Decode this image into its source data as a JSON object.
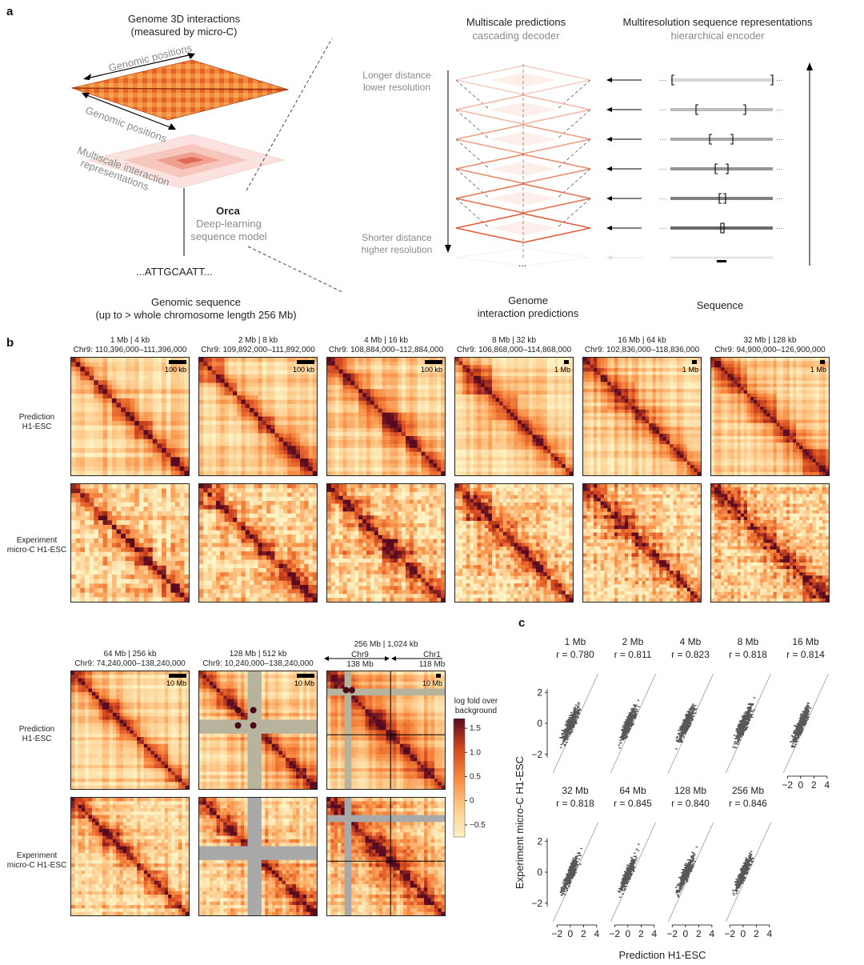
{
  "panel_letters": {
    "a": "a",
    "b": "b",
    "c": "c"
  },
  "panel_a": {
    "genome3d_title": "Genome 3D interactions",
    "genome3d_sub": "(measured by micro-C)",
    "genomic_positions_1": "Genomic positions",
    "genomic_positions_2": "Genomic positions",
    "multiscale_rep_1": "Multiscale interaction",
    "multiscale_rep_2": "representations",
    "orca": "Orca",
    "orca_sub_1": "Deep-learning",
    "orca_sub_2": "sequence model",
    "sequence": "...ATTGCAATT...",
    "genomic_seq_1": "Genomic sequence",
    "genomic_seq_2": "(up to > whole chromosome length 256 Mb)",
    "multiscale_pred": "Multiscale predictions",
    "cascading": "cascading decoder",
    "multires_seq": "Multiresolution sequence representations",
    "hier_encoder": "hierarchical encoder",
    "longer_1": "Longer distance",
    "longer_2": "lower resolution",
    "shorter_1": "Shorter distance",
    "shorter_2": "higher resolution",
    "ellipsis": "...",
    "genome_int_1": "Genome",
    "genome_int_2": "interaction predictions",
    "sequence_lbl": "Sequence"
  },
  "panel_b": {
    "row_pred_1": "Prediction",
    "row_pred_2": "H1-ESC",
    "row_exp_1": "Experiment",
    "row_exp_2": "micro-C H1-ESC",
    "top_maps": [
      {
        "scale": "1 Mb | 4 kb",
        "coord": "Chr9: 110,396,000–111,396,000",
        "bar": "100 kb"
      },
      {
        "scale": "2 Mb | 8 kb",
        "coord": "Chr9: 109,892,000–111,892,000",
        "bar": "100 kb"
      },
      {
        "scale": "4 Mb | 16 kb",
        "coord": "Chr9: 108,884,000–112,884,000",
        "bar": "100 kb"
      },
      {
        "scale": "8 Mb | 32 kb",
        "coord": "Chr9: 106,868,000–114,868,000",
        "bar": "1 Mb"
      },
      {
        "scale": "16 Mb | 64 kb",
        "coord": "Chr9: 102,836,000–118,836,000",
        "bar": "1 Mb"
      },
      {
        "scale": "32 Mb | 128 kb",
        "coord": "Chr9: 94,900,000–126,900,000",
        "bar": "1 Mb"
      }
    ],
    "bottom_maps": [
      {
        "scale": "64 Mb | 256 kb",
        "coord": "Chr9: 74,240,000–138,240,000",
        "bar": "10 Mb"
      },
      {
        "scale": "128 Mb | 512 kb",
        "coord": "Chr9: 10,240,000–138,240,000",
        "bar": "10 Mb"
      },
      {
        "scale": "256 Mb | 1,024 kb",
        "coord": "",
        "bar": "10 Mb"
      }
    ],
    "chr9": "Chr9",
    "chr9_len": "138 Mb",
    "chr1": "Chr1",
    "chr1_len": "118 Mb",
    "colorbar_title_1": "log fold over",
    "colorbar_title_2": "background",
    "colorbar_ticks": [
      "1.5",
      "1.0",
      "0.5",
      "0",
      "−0.5"
    ],
    "colorbar_tick_values": [
      1.5,
      1.0,
      0.5,
      0,
      -0.5
    ],
    "colorbar_range": [
      -0.75,
      1.7
    ],
    "colors": {
      "low": "#fdf3c4",
      "mid1": "#fdc98a",
      "mid2": "#f8893f",
      "mid3": "#d3461f",
      "high": "#5a0b20"
    }
  },
  "chart_data": {
    "type": "scatter",
    "xlabel": "Prediction H1-ESC",
    "ylabel": "Experiment micro-C H1-ESC",
    "xlim": [
      -3,
      4.5
    ],
    "ylim": [
      -3.2,
      3.2
    ],
    "xticks": [
      "−2",
      "0",
      "2",
      "4"
    ],
    "xtick_values": [
      -2,
      0,
      2,
      4
    ],
    "yticks": [
      "2",
      "0",
      "−2"
    ],
    "ytick_values": [
      2,
      0,
      -2
    ],
    "panels": [
      {
        "title": "1 Mb",
        "r": "r = 0.780",
        "r_value": 0.78
      },
      {
        "title": "2 Mb",
        "r": "r = 0.811",
        "r_value": 0.811
      },
      {
        "title": "4 Mb",
        "r": "r = 0.823",
        "r_value": 0.823
      },
      {
        "title": "8 Mb",
        "r": "r = 0.818",
        "r_value": 0.818
      },
      {
        "title": "16 Mb",
        "r": "r = 0.814",
        "r_value": 0.814
      },
      {
        "title": "32 Mb",
        "r": "r = 0.818",
        "r_value": 0.818
      },
      {
        "title": "64 Mb",
        "r": "r = 0.845",
        "r_value": 0.845
      },
      {
        "title": "128 Mb",
        "r": "r = 0.840",
        "r_value": 0.84
      },
      {
        "title": "256 Mb",
        "r": "r = 0.846",
        "r_value": 0.846
      }
    ]
  }
}
